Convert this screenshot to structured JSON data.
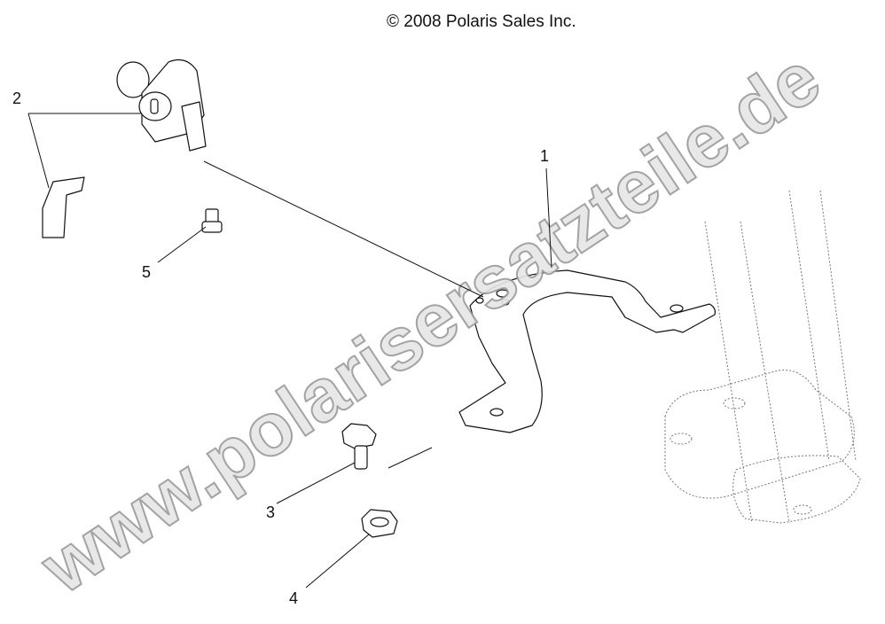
{
  "copyright": "© 2008 Polaris Sales Inc.",
  "watermark": "www.polarisersatzteile.de",
  "callouts": {
    "c1": "1",
    "c2": "2",
    "c3": "3",
    "c4": "4",
    "c5": "5"
  },
  "colors": {
    "line": "#111111",
    "watermark_fill": "#e6e6e6",
    "watermark_stroke": "#9a9a9a"
  }
}
